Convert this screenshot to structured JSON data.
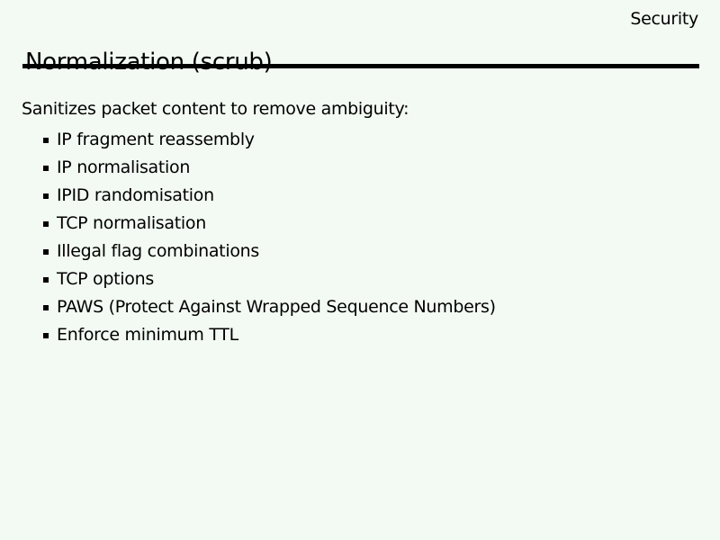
{
  "slide": {
    "corner_label": "Security",
    "title": "Normalization (scrub)",
    "intro": "Sanitizes packet content to remove ambiguity:",
    "bullets": [
      "IP fragment reassembly",
      "IP normalisation",
      "IPID randomisation",
      "TCP normalisation",
      "Illegal flag combinations",
      "TCP options",
      "PAWS (Protect Against Wrapped Sequence Numbers)",
      "Enforce minimum TTL"
    ],
    "colors": {
      "background": "#f3faf3",
      "text": "#000000",
      "rule": "#000000"
    }
  }
}
